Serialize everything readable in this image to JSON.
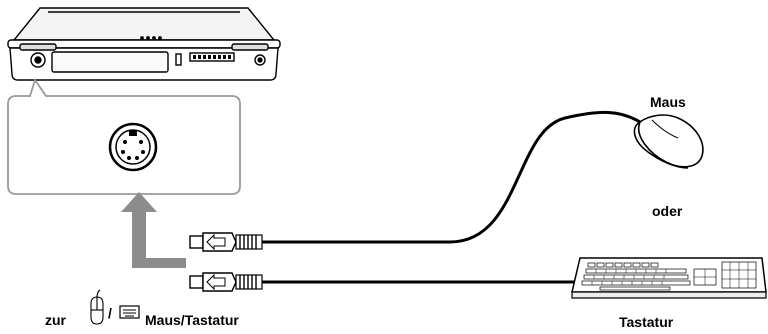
{
  "labels": {
    "mouse": "Maus",
    "or": "oder",
    "keyboard": "Tastatur",
    "port_prefix": "zur",
    "port_suffix": "Maus/Tastatur"
  },
  "icons": {
    "ps2_port": "ps2-port-icon",
    "mouse_symbol": "mouse-symbol-icon",
    "keyboard_symbol": "keyboard-symbol-icon",
    "arrow": "l-arrow-icon"
  },
  "colors": {
    "arrow": "#8c8c8c",
    "callout": "#9a9a9a",
    "line": "#000000"
  }
}
